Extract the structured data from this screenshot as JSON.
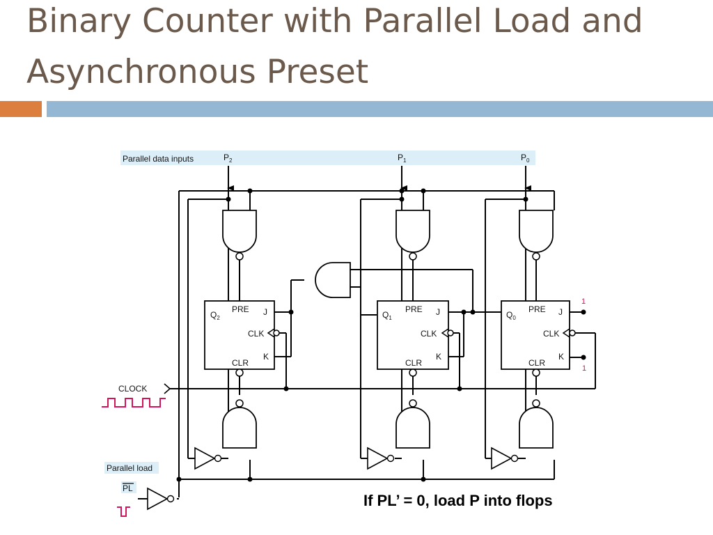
{
  "slide": {
    "title_line1": "Binary Counter with Parallel Load and",
    "title_line2": "Asynchronous Preset",
    "note": "If PL’ = 0, load P into flops"
  },
  "diagram": {
    "inputs_label": "Parallel data inputs",
    "p2": "P",
    "p2_sub": "2",
    "p1": "P",
    "p1_sub": "1",
    "p0": "P",
    "p0_sub": "0",
    "clock_label": "CLOCK",
    "parallel_load_label": "Parallel load",
    "pl_label": "PL",
    "ff_pre": "PRE",
    "ff_clr": "CLR",
    "ff_clk": "CLK",
    "ff_j": "J",
    "ff_k": "K",
    "q2": "Q",
    "q2_sub": "2",
    "q1": "Q",
    "q1_sub": "1",
    "q0": "Q",
    "q0_sub": "0",
    "one_j": "1",
    "one_k": "1"
  },
  "colors": {
    "title": "#6b5a4c",
    "accent_orange": "#dc7e3e",
    "accent_blue": "#94b7d4",
    "input_band": "#dceef8",
    "signal_magenta": "#d4145a"
  }
}
